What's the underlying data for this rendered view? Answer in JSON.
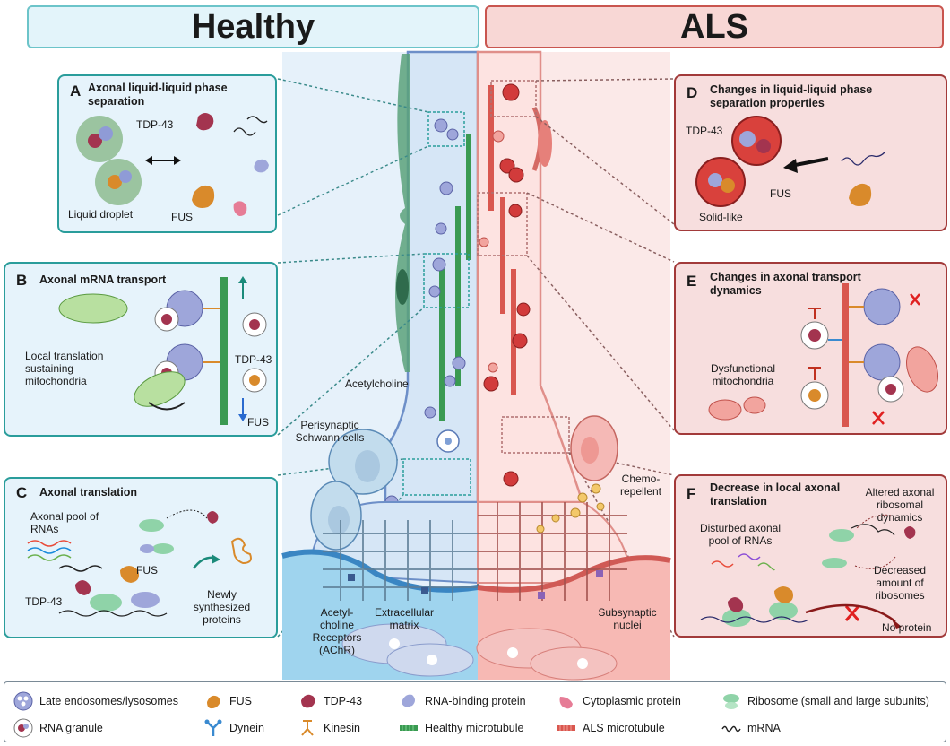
{
  "headers": {
    "healthy": "Healthy",
    "als": "ALS"
  },
  "panels": {
    "A": {
      "letter": "A",
      "title": "Axonal liquid-liquid phase separation",
      "tdp43": "TDP-43",
      "liquid_droplet": "Liquid droplet",
      "fus": "FUS"
    },
    "B": {
      "letter": "B",
      "title": "Axonal mRNA transport",
      "local_translation": "Local translation sustaining mitochondria",
      "tdp43": "TDP-43",
      "fus": "FUS"
    },
    "C": {
      "letter": "C",
      "title": "Axonal translation",
      "pool": "Axonal pool of RNAs",
      "fus": "FUS",
      "tdp43": "TDP-43",
      "new_proteins": "Newly synthesized proteins"
    },
    "D": {
      "letter": "D",
      "title": "Changes in liquid-liquid phase separation properties",
      "tdp43": "TDP-43",
      "fus": "FUS",
      "solid_like": "Solid-like"
    },
    "E": {
      "letter": "E",
      "title": "Changes in axonal transport dynamics",
      "dysfunctional": "Dysfunctional mitochondria"
    },
    "F": {
      "letter": "F",
      "title": "Decrease in local axonal translation",
      "altered": "Altered axonal ribosomal dynamics",
      "disturbed": "Disturbed axonal pool of RNAs",
      "decreased": "Decreased amount of ribosomes",
      "no_protein": "No protein"
    }
  },
  "center_labels": {
    "acetylcholine": "Acetylcholine",
    "perisynaptic": "Perisynaptic Schwann cells",
    "achr": "Acetyl-choline Receptors (AChR)",
    "ecm": "Extracellular matrix",
    "chemo": "Chemo-repellent",
    "subsynaptic": "Subsynaptic nuclei"
  },
  "legend": [
    {
      "icon": "late-endosome-icon",
      "label": "Late endosomes/lysosomes"
    },
    {
      "icon": "fus-icon",
      "label": "FUS"
    },
    {
      "icon": "tdp43-icon",
      "label": "TDP-43"
    },
    {
      "icon": "rna-binding-protein-icon",
      "label": "RNA-binding protein"
    },
    {
      "icon": "cytoplasmic-protein-icon",
      "label": "Cytoplasmic protein"
    },
    {
      "icon": "ribosome-icon",
      "label": "Ribosome (small and large subunits)"
    },
    {
      "icon": "rna-granule-icon",
      "label": "RNA granule"
    },
    {
      "icon": "dynein-icon",
      "label": "Dynein"
    },
    {
      "icon": "kinesin-icon",
      "label": "Kinesin"
    },
    {
      "icon": "healthy-microtubule-icon",
      "label": "Healthy microtubule"
    },
    {
      "icon": "als-microtubule-icon",
      "label": "ALS microtubule"
    },
    {
      "icon": "mrna-icon",
      "label": "mRNA"
    }
  ],
  "colors": {
    "healthy_border": "#2a9d9b",
    "als_border": "#a23a3a",
    "healthy_fill": "#e6f3fb",
    "als_fill": "#f7dede",
    "tdp43": "#a3344f",
    "fus": "#d98a2b",
    "endosome": "#8f9bd6",
    "healthy_mt": "#3a9a52",
    "als_mt": "#d9574f",
    "ribosome": "#8fd3a8"
  }
}
